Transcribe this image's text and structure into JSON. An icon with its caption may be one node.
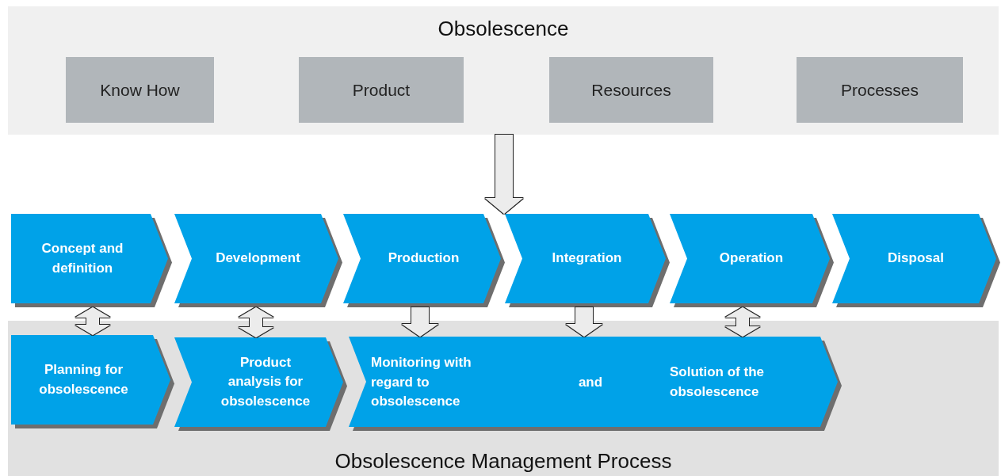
{
  "diagram": {
    "nodes": [
      {
        "text": [
          "Obsolescence"
        ]
      },
      {
        "text": [
          "Know How"
        ],
        "in": 0
      },
      {
        "text": [
          "Product"
        ],
        "in": 0
      },
      {
        "text": [
          "Resources"
        ],
        "in": 0
      },
      {
        "text": [
          "Processes"
        ],
        "in": 0
      },
      {
        "text": [
          "Concept and definition"
        ]
      },
      {
        "text": [
          "Development"
        ]
      },
      {
        "text": [
          "Production"
        ]
      },
      {
        "text": [
          "Integration"
        ]
      },
      {
        "text": [
          "Operation"
        ]
      },
      {
        "text": [
          "Disposal"
        ]
      },
      {
        "text": [
          "Obsolescence Management Process"
        ]
      },
      {
        "text": [
          "Planning for obsolescence"
        ],
        "in": 11
      },
      {
        "text": [
          "Product analysis for obsolescence"
        ],
        "in": 11
      },
      {
        "text": [
          "Monitoring with regard to obsolescence",
          "and",
          "Solution of the obsolescence"
        ],
        "in": 11
      }
    ],
    "edges": [
      {
        "from": 0,
        "to": 7,
        "arrow": "to"
      },
      {
        "from": 5,
        "to": 12,
        "arrow": "both"
      },
      {
        "from": 6,
        "to": 13,
        "arrow": "both"
      },
      {
        "from": 7,
        "to": 14,
        "arrow": "to"
      },
      {
        "from": 8,
        "to": 14,
        "arrow": "to"
      },
      {
        "from": 9,
        "to": 14,
        "arrow": "both"
      }
    ]
  }
}
